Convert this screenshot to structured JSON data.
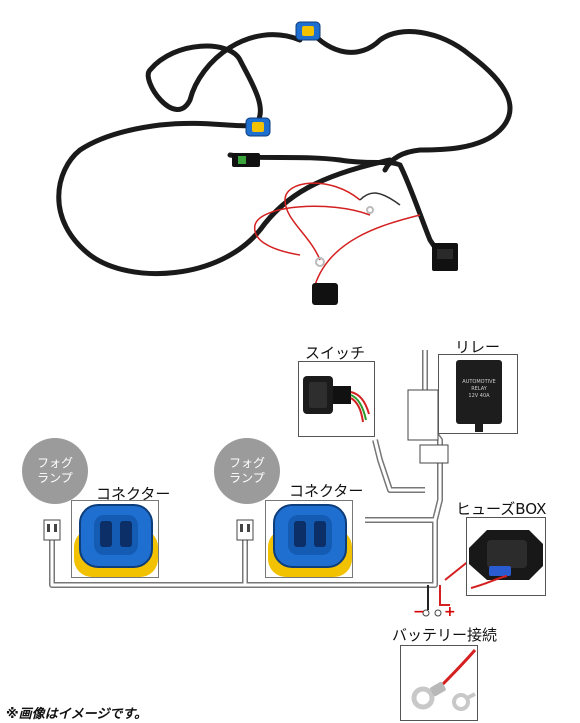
{
  "labels": {
    "switch": "スイッチ",
    "relay": "リレー",
    "connector_left": "コネクター",
    "connector_right": "コネクター",
    "fog_lamp_left_line1": "フォグ",
    "fog_lamp_left_line2": "ランプ",
    "fog_lamp_right_line1": "フォグ",
    "fog_lamp_right_line2": "ランプ",
    "fuse_box": "ヒューズBOX",
    "battery": "バッテリー接続",
    "relay_text_line1": "AUTOMOTIVE",
    "relay_text_line2": "RELAY",
    "relay_text_line3": "12V 40A",
    "minus": "−",
    "plus": "+"
  },
  "note": "※画像はイメージです。",
  "colors": {
    "harness": "#1a1a1a",
    "wire_red": "#d42020",
    "connector_blue": "#1f6fd1",
    "connector_yellow": "#f2c200",
    "lamp_circle": "#9b9b9b",
    "fuse_blue": "#2a5bd0"
  }
}
